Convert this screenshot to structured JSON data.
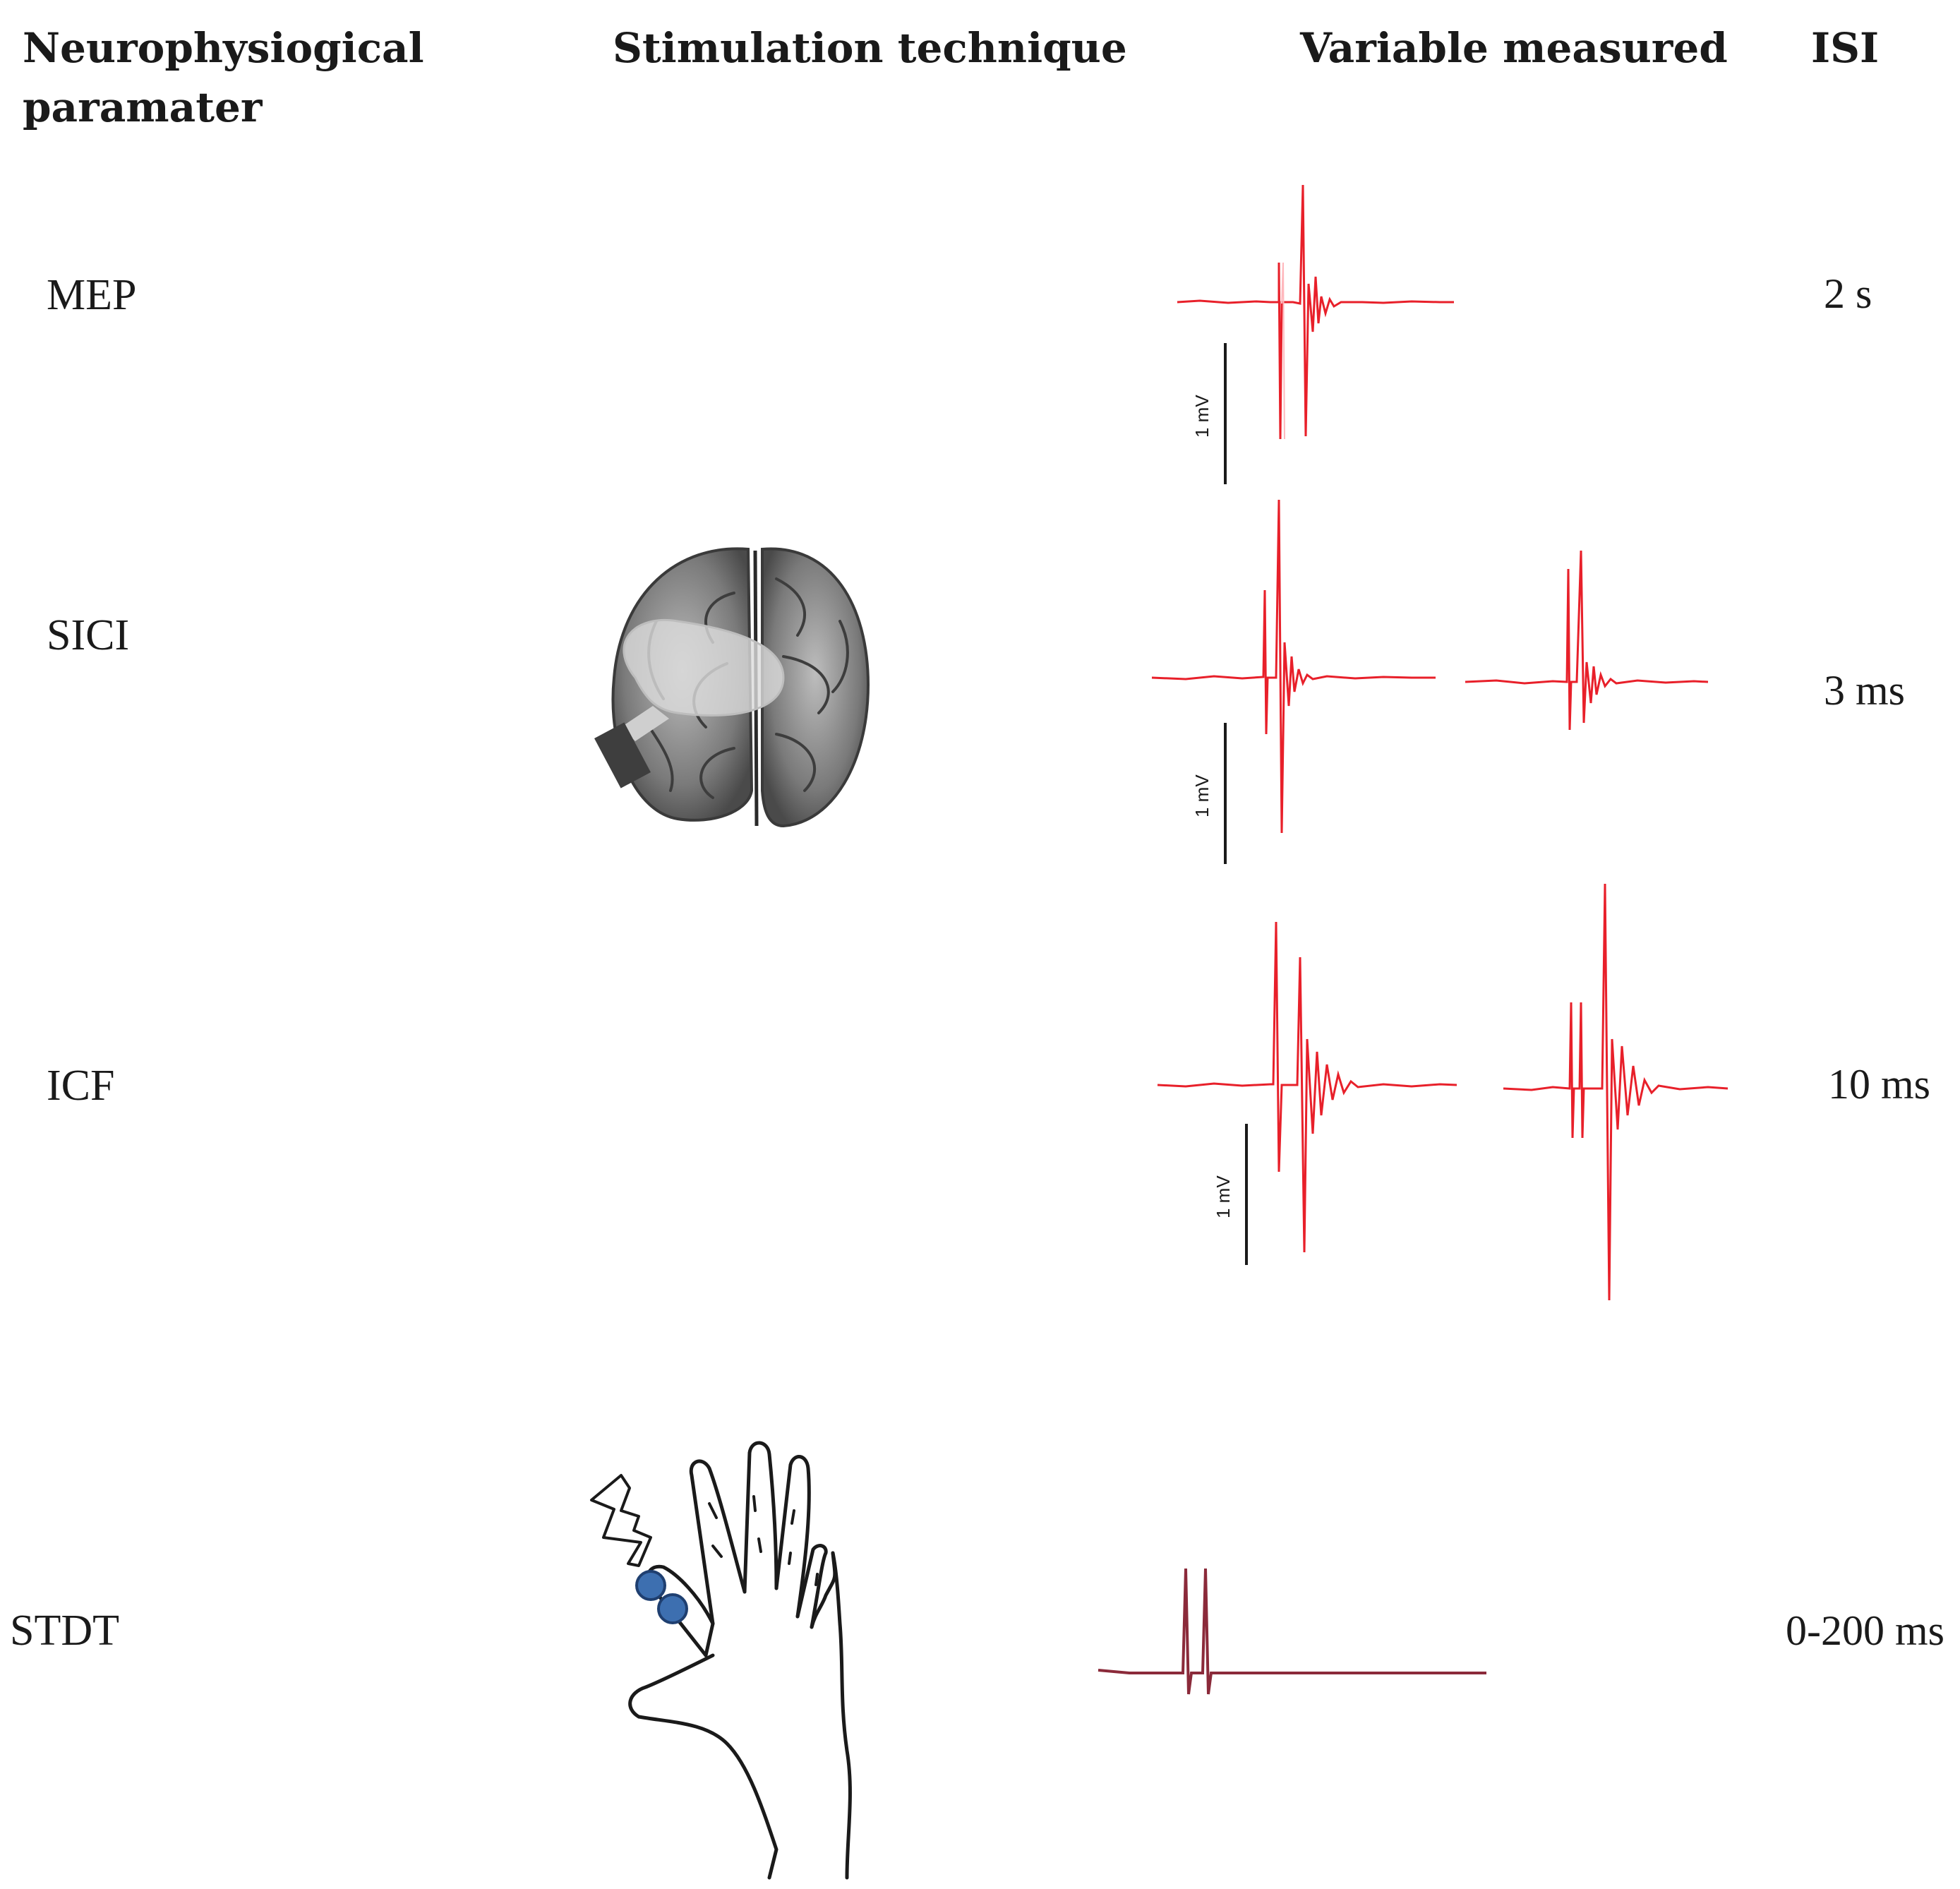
{
  "headers": {
    "parameter_line1": "Neurophysiogical",
    "parameter_line2": "paramater",
    "stimulation": "Stimulation technique",
    "variable": "Variable measured",
    "isi": "ISI"
  },
  "rows": [
    {
      "parameter": "MEP",
      "isi": "2 s",
      "scale_label": "1 mV"
    },
    {
      "parameter": "SICI",
      "isi": "3 ms",
      "scale_label": "1 mV"
    },
    {
      "parameter": "ICF",
      "isi": "10 ms",
      "scale_label": "1 mV"
    },
    {
      "parameter": "STDT",
      "isi": "0-200 ms"
    }
  ],
  "colors": {
    "trace": "#e8202a",
    "stdt_trace": "#8b2a3a",
    "electrode": "#3d6fb0",
    "ink": "#1a1a1a"
  },
  "icons": {
    "brain": "brain-with-tms-coil-icon",
    "hand": "hand-with-electrodes-icon",
    "stimulus": "lightning-bolt-icon"
  }
}
